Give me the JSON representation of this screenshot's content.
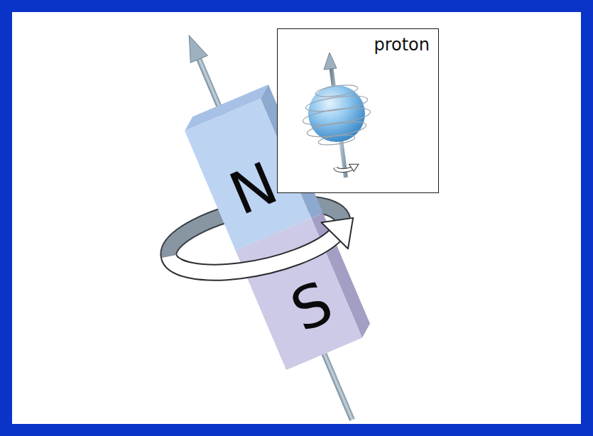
{
  "diagram": {
    "nodes": [
      {
        "text": [
          "proton"
        ]
      }
    ],
    "labels": [
      "N",
      "S"
    ]
  }
}
